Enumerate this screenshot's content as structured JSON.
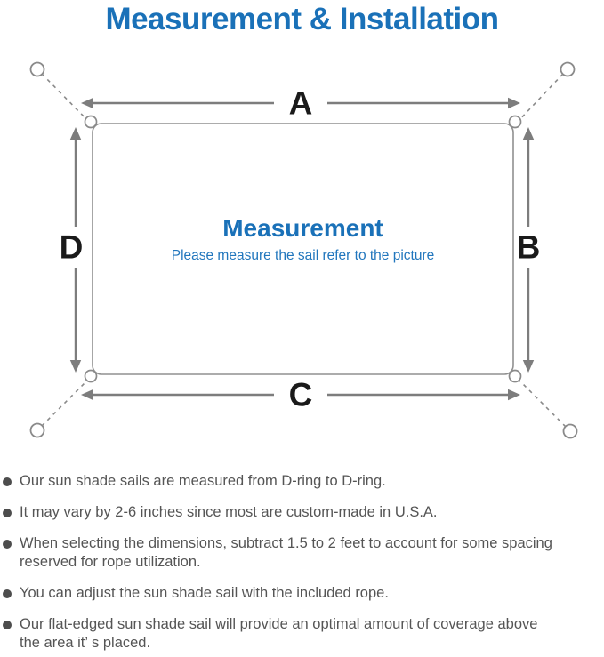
{
  "header": {
    "title": "Measurement & Installation"
  },
  "diagram": {
    "labels": {
      "top": "A",
      "right": "B",
      "bottom": "C",
      "left": "D"
    },
    "center": {
      "heading": "Measurement",
      "subheading": "Please measure the sail refer to the picture"
    }
  },
  "notes": {
    "items": [
      {
        "text": "Our sun shade sails are measured from D-ring to D-ring."
      },
      {
        "text": "It may vary by 2-6 inches since most are custom-made in U.S.A."
      },
      {
        "text": "When selecting the dimensions, subtract 1.5 to 2 feet to account for some spacing reserved for rope utilization."
      },
      {
        "text": "You can adjust the sun shade sail with the included rope."
      },
      {
        "text": "Our flat-edged sun shade sail will provide an optimal amount of coverage above the area it’ s placed."
      }
    ]
  },
  "colors": {
    "accent_blue": "#1a71b8",
    "subtitle_blue": "#2176bd",
    "diagram_gray": "#7d7d7d",
    "text_gray": "#555555",
    "label_black": "#1a1a1a"
  }
}
